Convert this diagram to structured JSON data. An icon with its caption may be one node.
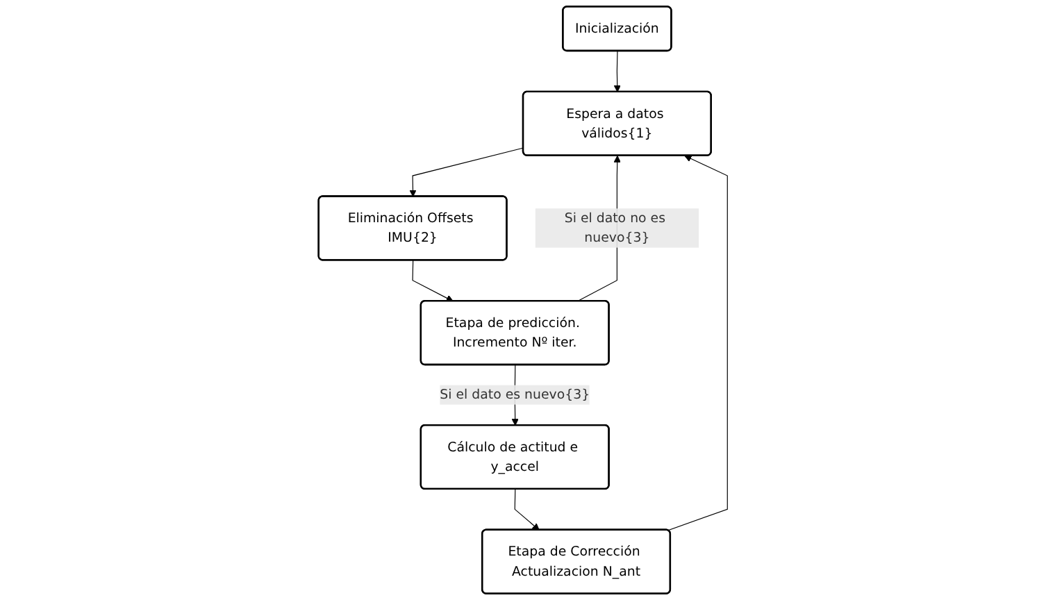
{
  "diagram": {
    "nodes": [
      {
        "text": [
          "Inicialización"
        ]
      },
      {
        "text": [
          "Espera a datos válidos{1}"
        ]
      },
      {
        "text": [
          "Eliminación Offsets IMU{2}"
        ]
      },
      {
        "text": [
          "Etapa de predicción. Incremento Nº iter."
        ]
      },
      {
        "text": [
          "Cálculo de actitud e y_accel"
        ]
      },
      {
        "text": [
          "Etapa de Corrección Actualizacion N_ant"
        ]
      }
    ],
    "edges": [
      {
        "from": 0,
        "to": 1,
        "arrow": "to"
      },
      {
        "from": 1,
        "to": 2,
        "arrow": "to"
      },
      {
        "from": 2,
        "to": 3,
        "arrow": "to"
      },
      {
        "from": 3,
        "to": 1,
        "arrow": "to",
        "label": "Si el dato no es nuevo{3}"
      },
      {
        "from": 3,
        "to": 4,
        "arrow": "to",
        "label": "Si el dato es nuevo{3}"
      },
      {
        "from": 4,
        "to": 5,
        "arrow": "to"
      },
      {
        "from": 5,
        "to": 1,
        "arrow": "to"
      }
    ]
  }
}
